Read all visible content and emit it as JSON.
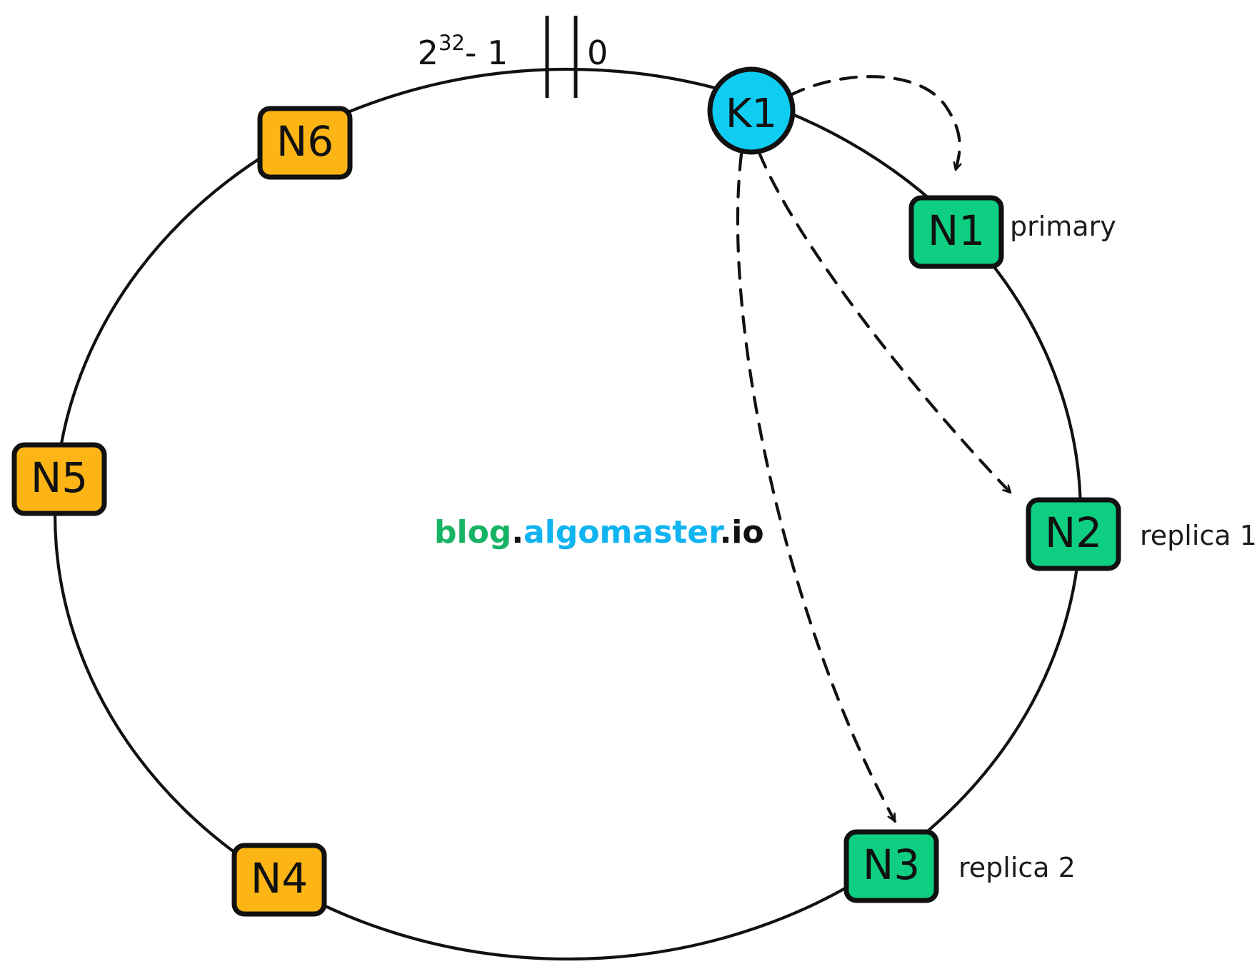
{
  "diagram": {
    "title": "consistent-hashing-ring-with-replication",
    "watermark": {
      "part1": "blog",
      "dot1": ".",
      "part2": "algomaster",
      "dot2": ".io",
      "color_part1": "#17b364",
      "color_part2": "#0fb4f0",
      "color_dots": "#111111"
    },
    "ring": {
      "stroke": "#111111",
      "boundary_left_label": "2",
      "boundary_left_exponent": "32",
      "boundary_left_suffix": "- 1",
      "boundary_right_label": "0"
    },
    "colors": {
      "node_orange": "#FDB515",
      "node_green": "#0ECF81",
      "key_cyan": "#0FCCF2",
      "outline": "#111111",
      "text": "#111111"
    },
    "nodes": [
      {
        "id": "N1",
        "label": "N1",
        "type": "green",
        "annotation": "primary"
      },
      {
        "id": "N2",
        "label": "N2",
        "type": "green",
        "annotation": "replica 1"
      },
      {
        "id": "N3",
        "label": "N3",
        "type": "green",
        "annotation": "replica 2"
      },
      {
        "id": "N4",
        "label": "N4",
        "type": "orange",
        "annotation": ""
      },
      {
        "id": "N5",
        "label": "N5",
        "type": "orange",
        "annotation": ""
      },
      {
        "id": "N6",
        "label": "N6",
        "type": "orange",
        "annotation": ""
      }
    ],
    "key": {
      "id": "K1",
      "label": "K1",
      "type": "cyan"
    },
    "edges": [
      {
        "from": "K1",
        "to": "N1",
        "style": "dashed",
        "arrow": true
      },
      {
        "from": "K1",
        "to": "N2",
        "style": "dashed",
        "arrow": true
      },
      {
        "from": "K1",
        "to": "N3",
        "style": "dashed",
        "arrow": true
      }
    ]
  },
  "chart_data": {
    "type": "diagram",
    "title": "Consistent hashing ring with key replication",
    "ring_range": {
      "start": "0",
      "end": "2^32 - 1"
    },
    "ring_members": [
      "N1",
      "N2",
      "N3",
      "N4",
      "N5",
      "N6"
    ],
    "key_placement": {
      "key": "K1",
      "primary": "N1",
      "replicas": [
        "N2",
        "N3"
      ]
    }
  }
}
